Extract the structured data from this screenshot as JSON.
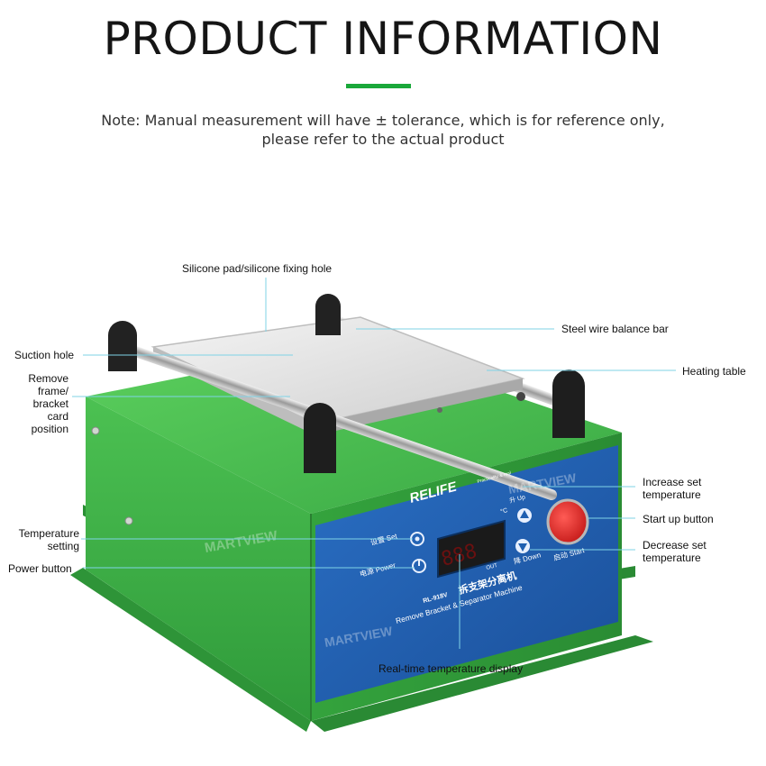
{
  "header": {
    "title": "PRODUCT INFORMATION",
    "note_line1": "Note: Manual measurement will have ± tolerance, which is for reference only,",
    "note_line2": "please refer to the actual product"
  },
  "callouts": {
    "silicone_pad": "Silicone pad/silicone fixing hole",
    "steel_wire": "Steel wire balance bar",
    "suction_hole": "Suction hole",
    "heating_table": "Heating table",
    "remove_frame_1": "Remove",
    "remove_frame_2": "frame/",
    "remove_frame_3": "bracket",
    "remove_frame_4": "card",
    "remove_frame_5": "position",
    "increase_1": "Increase set",
    "increase_2": "temperature",
    "start_up": "Start up button",
    "temp_setting_1": "Temperature",
    "temp_setting_2": "setting",
    "decrease_1": "Decrease set",
    "decrease_2": "temperature",
    "power_button": "Power button",
    "realtime_display": "Real-time temperature display"
  },
  "device": {
    "brand": "RELIFE",
    "slogan": "Practicality & real",
    "model": "RL-918V",
    "name_cn": "拆支架分离机",
    "name_en": "Remove Bracket & Separator Machine",
    "set_label": "设置 Set",
    "power_label": "电源 Power",
    "up_label": "升 Up",
    "down_label": "降 Down",
    "start_label": "启动 Start",
    "unit_label": "°C",
    "out_label": "OUT",
    "display_value": "888",
    "watermark": "MARTVIEW"
  },
  "colors": {
    "body_green": "#3fb84a",
    "panel_blue": "#1f5fb0",
    "start_red": "#e8312f",
    "accent_green": "#1aa83a",
    "leader_line": "#7fd3e6"
  }
}
